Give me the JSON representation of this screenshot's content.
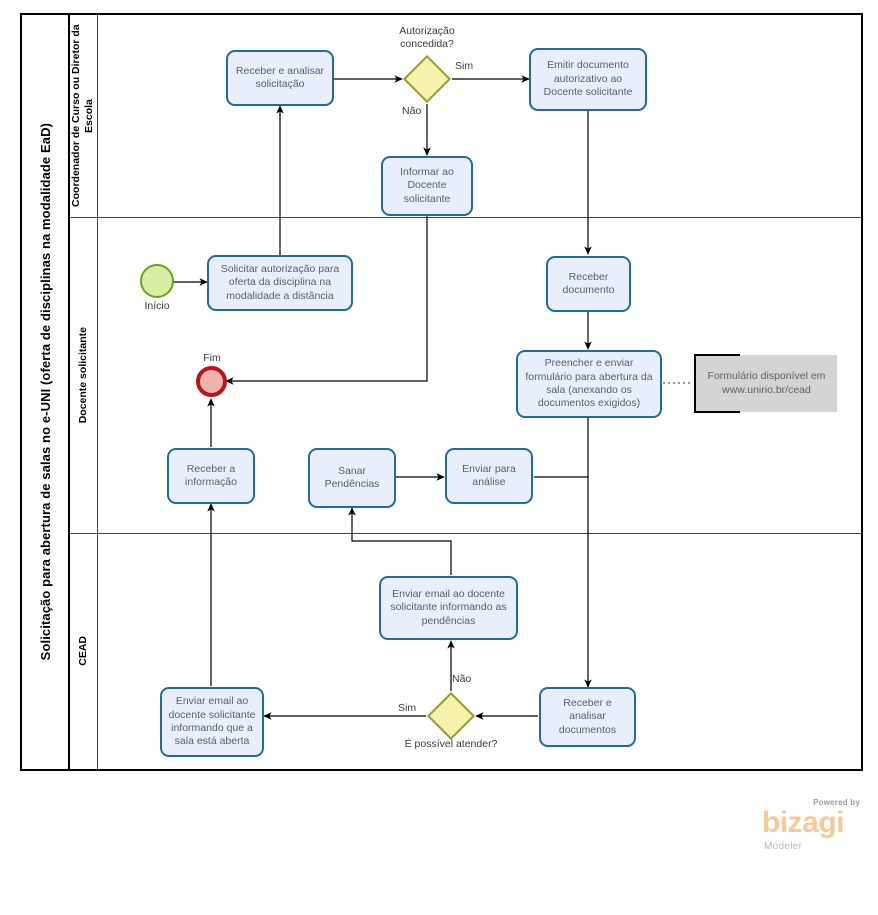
{
  "pool": {
    "title": "Solicitação para abertura de salas no e-UNI (oferta de disciplinas na modalidade EaD)",
    "lanes": [
      {
        "id": "coordenador",
        "label": "Coordenador de Curso ou Diretor da Escola"
      },
      {
        "id": "docente",
        "label": "Docente  solicitante"
      },
      {
        "id": "cead",
        "label": "CEAD"
      }
    ]
  },
  "nodes": {
    "receber_analisar_solicitacao": {
      "label": "Receber  e analisar solicitação",
      "type": "task",
      "lane": "coordenador"
    },
    "autorizacao_concedida": {
      "label": "Autorização concedida?",
      "type": "gateway",
      "lane": "coordenador"
    },
    "emitir_documento": {
      "label": "Emitir documento autorizativo ao Docente solicitante",
      "type": "task",
      "lane": "coordenador"
    },
    "informar_docente": {
      "label": "Informar ao Docente solicitante",
      "type": "task",
      "lane": "coordenador"
    },
    "inicio": {
      "label": "Início",
      "type": "start-event",
      "lane": "docente"
    },
    "solicitar_autorizacao": {
      "label": "Solicitar autorização para oferta da disciplina na modalidade a distância",
      "type": "task",
      "lane": "docente"
    },
    "fim": {
      "label": "Fim",
      "type": "end-event",
      "lane": "docente"
    },
    "receber_documento": {
      "label": "Receber documento",
      "type": "task",
      "lane": "docente"
    },
    "preencher_enviar_formulario": {
      "label": "Preencher e enviar formulário para abertura da sala (anexando os documentos exigidos)",
      "type": "task",
      "lane": "docente"
    },
    "formulario_annotation": {
      "label": "Formulário disponível em www.unirio.br/cead",
      "type": "annotation",
      "lane": "docente"
    },
    "receber_informacao": {
      "label": "Receber a informação",
      "type": "task",
      "lane": "docente"
    },
    "sanar_pendencias": {
      "label": "Sanar Pendências",
      "type": "task",
      "lane": "docente"
    },
    "enviar_para_analise": {
      "label": "Enviar para análise",
      "type": "task",
      "lane": "docente"
    },
    "enviar_email_pendencias": {
      "label": "Enviar email ao docente solicitante informando as pendências",
      "type": "task",
      "lane": "cead"
    },
    "enviar_email_sala_aberta": {
      "label": "Enviar email ao docente solicitante informando que a sala está aberta",
      "type": "task",
      "lane": "cead"
    },
    "e_possivel_atender": {
      "label": "É possível atender?",
      "type": "gateway",
      "lane": "cead"
    },
    "receber_analisar_documentos": {
      "label": "Receber e analisar documentos",
      "type": "task",
      "lane": "cead"
    }
  },
  "edge_labels": {
    "autorizacao_sim": "Sim",
    "autorizacao_nao": "Não",
    "atender_sim": "Sim",
    "atender_nao": "Não"
  },
  "branding": {
    "powered_by": "Powered by",
    "product": "bizagi",
    "product_sub": "Modeler"
  },
  "colors": {
    "task_fill": "#e9eefc",
    "task_stroke": "#1f6d9a",
    "gateway_fill": "#f7f2ab",
    "gateway_stroke": "#9a9a33",
    "start_fill": "#d9eda4",
    "start_stroke": "#63a819",
    "end_fill": "#f0b2ad",
    "end_stroke": "#b4161b",
    "annotation_fill": "#d4d4d4",
    "pool_stroke": "#000000",
    "brand": "#f6c99c"
  }
}
